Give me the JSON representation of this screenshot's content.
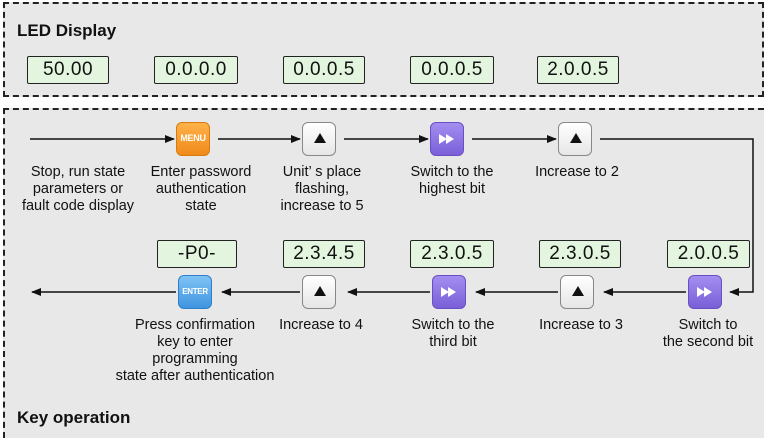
{
  "led_display": {
    "title": "LED Display",
    "values": [
      "50.00",
      "0.0.0.0",
      "0.0.0.5",
      "0.0.0.5",
      "2.0.0.5"
    ]
  },
  "key_operation": {
    "title": "Key operation",
    "keys": {
      "menu": "MENU",
      "enter": "ENTER"
    },
    "row1_labels": [
      "Stop, run state\nparameters or\nfault code display",
      "Enter password\nauthentication\nstate",
      "Unit’ s place\nflashing,\nincrease to 5",
      "Switch to the\nhighest bit",
      "Increase to 2"
    ],
    "row2_displays": [
      "-P0-",
      "2.3.4.5",
      "2.3.0.5",
      "2.3.0.5",
      "2.0.0.5"
    ],
    "row2_labels": [
      "Press confirmation\nkey to enter\nprogramming\nstate after authentication",
      "Increase to 4",
      "Switch to the\nthird bit",
      "Increase to 3",
      "Switch to\nthe second bit"
    ]
  }
}
